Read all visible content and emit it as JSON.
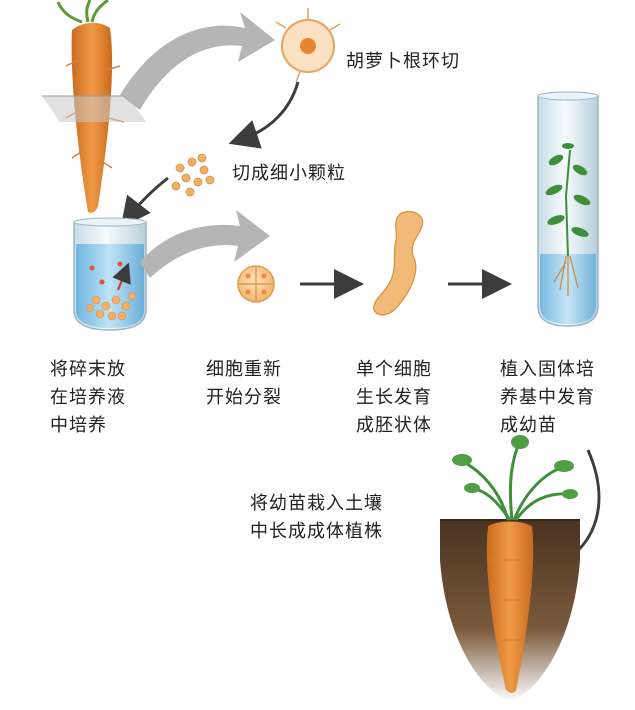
{
  "diagram": {
    "steps": {
      "slice_label": "胡萝卜根环切",
      "particles_label": "切成细小颗粒",
      "culture_label": [
        "将碎末放",
        "在培养液",
        "中培养"
      ],
      "division_label": [
        "细胞重新",
        "开始分裂"
      ],
      "embryo_label": [
        "单个细胞",
        "生长发育",
        "成胚状体"
      ],
      "solid_medium_label": [
        "植入固体培",
        "养基中发育",
        "成幼苗"
      ],
      "soil_label": [
        "将幼苗栽入土壤",
        "中长成成体植株"
      ]
    },
    "colors": {
      "carrot_orange": "#e8852f",
      "liquid_blue": "#9fd0ec",
      "arrow_gray": "#b5b5b5",
      "arrow_dark": "#3d3d3d",
      "leaf_green": "#3f8f3a",
      "soil_brown": "#5a3e25"
    }
  }
}
